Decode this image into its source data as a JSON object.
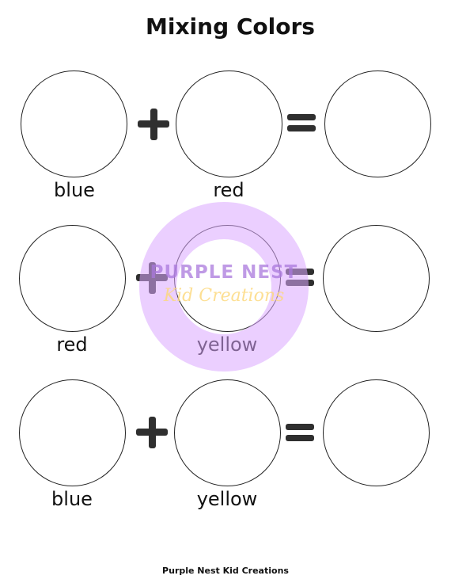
{
  "title": "Mixing Colors",
  "rows": [
    {
      "left": "blue",
      "right": "red"
    },
    {
      "left": "red",
      "right": "yellow"
    },
    {
      "left": "blue",
      "right": "yellow"
    }
  ],
  "watermark": {
    "line1": "PURPLE NEST",
    "line2": "Kid Creations",
    "color": "#d9a6ff"
  },
  "footer": "Purple Nest Kid Creations"
}
